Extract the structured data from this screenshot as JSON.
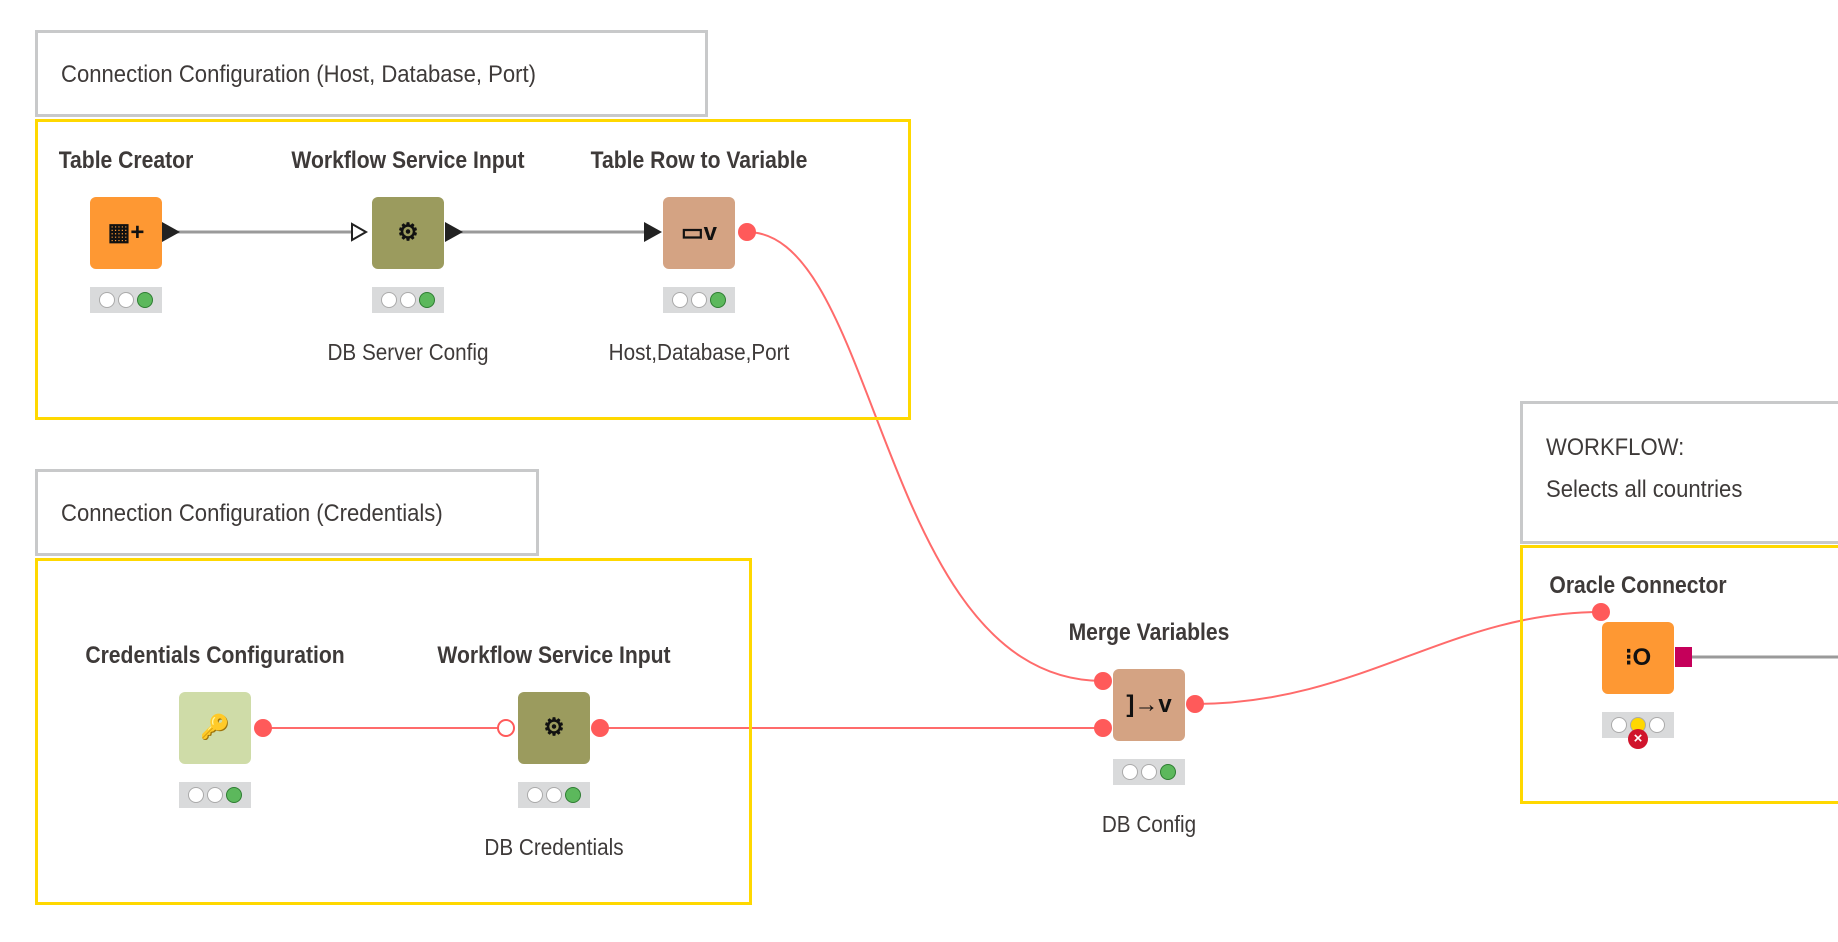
{
  "annotations": [
    {
      "text": "Connection Configuration (Host, Database, Port)"
    },
    {
      "text": "Connection Configuration (Credentials)"
    },
    {
      "line1": "WORKFLOW:",
      "line2": "Selects all countries"
    }
  ],
  "nodes": [
    {
      "title": "Table Creator",
      "label": "",
      "color": "#fe9833",
      "icon": "table-plus-icon",
      "status": "executed"
    },
    {
      "title": "Workflow Service Input",
      "label": "DB Server Config",
      "color": "#9b9b5e",
      "icon": "service-input-icon",
      "status": "executed"
    },
    {
      "title": "Table Row to Variable",
      "label": "Host,Database,Port",
      "color": "#d4a383",
      "icon": "row-to-variable-icon",
      "status": "executed"
    },
    {
      "title": "Credentials Configuration",
      "label": "",
      "color": "#cfdca8",
      "icon": "credentials-icon",
      "status": "executed"
    },
    {
      "title": "Workflow Service Input",
      "label": "DB Credentials",
      "color": "#9b9b5e",
      "icon": "service-input-icon",
      "status": "executed"
    },
    {
      "title": "Merge Variables",
      "label": "DB Config",
      "color": "#d4a383",
      "icon": "merge-variables-icon",
      "status": "executed"
    },
    {
      "title": "Oracle Connector",
      "label": "",
      "color": "#fe9833",
      "icon": "database-connector-icon",
      "status": "configured-error"
    }
  ],
  "colors": {
    "annotation_border": "#ffd800",
    "flow_variable": "#ff5a5a",
    "db_port": "#c5005a",
    "status_green": "#5cb85c",
    "status_yellow": "#ffd800",
    "error": "#d0142c"
  }
}
